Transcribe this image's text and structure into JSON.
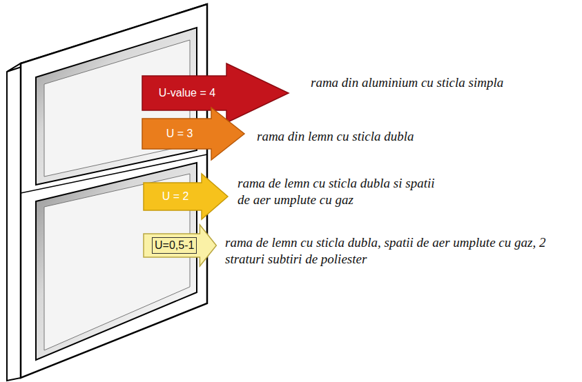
{
  "diagram": {
    "nodes": [
      {
        "text": [
          "U-value = 4"
        ]
      },
      {
        "text": [
          "U = 3"
        ]
      },
      {
        "text": [
          "U = 2"
        ]
      },
      {
        "text": [
          "U=0,5-1"
        ]
      }
    ],
    "labels": [
      "rama din aluminium cu sticla simpla",
      "rama din lemn cu sticla dubla",
      "rama de lemn cu sticla dubla si spatii de aer umplute cu gaz",
      "rama de lemn cu sticla dubla, spatii de aer umplute cu gaz, 2 straturi subtiri de poliester"
    ]
  }
}
